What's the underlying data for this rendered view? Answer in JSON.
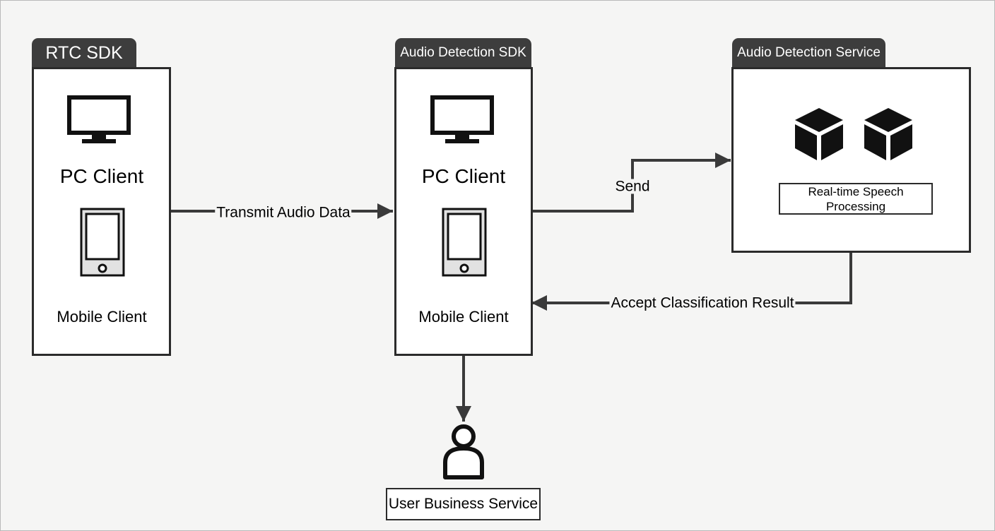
{
  "groups": {
    "rtc_sdk": {
      "title": "RTC SDK",
      "pc_label": "PC Client",
      "mobile_label": "Mobile Client"
    },
    "audio_detection_sdk": {
      "title": "Audio Detection SDK",
      "pc_label": "PC Client",
      "mobile_label": "Mobile Client"
    },
    "audio_detection_service": {
      "title": "Audio Detection Service",
      "process_label": "Real-time Speech Processing"
    }
  },
  "edges": {
    "transmit": "Transmit Audio Data",
    "send": "Send",
    "accept": "Accept Classification Result"
  },
  "user_business_service": "User Business Service",
  "icons": {
    "monitor": "monitor-icon",
    "phone": "mobile-phone-icon",
    "cube": "cube-icon",
    "user": "user-icon"
  },
  "colors": {
    "tab_bg": "#3d3d3d",
    "line": "#3a3a3a",
    "panel_border": "#2b2b2b",
    "background": "#f5f5f4"
  }
}
